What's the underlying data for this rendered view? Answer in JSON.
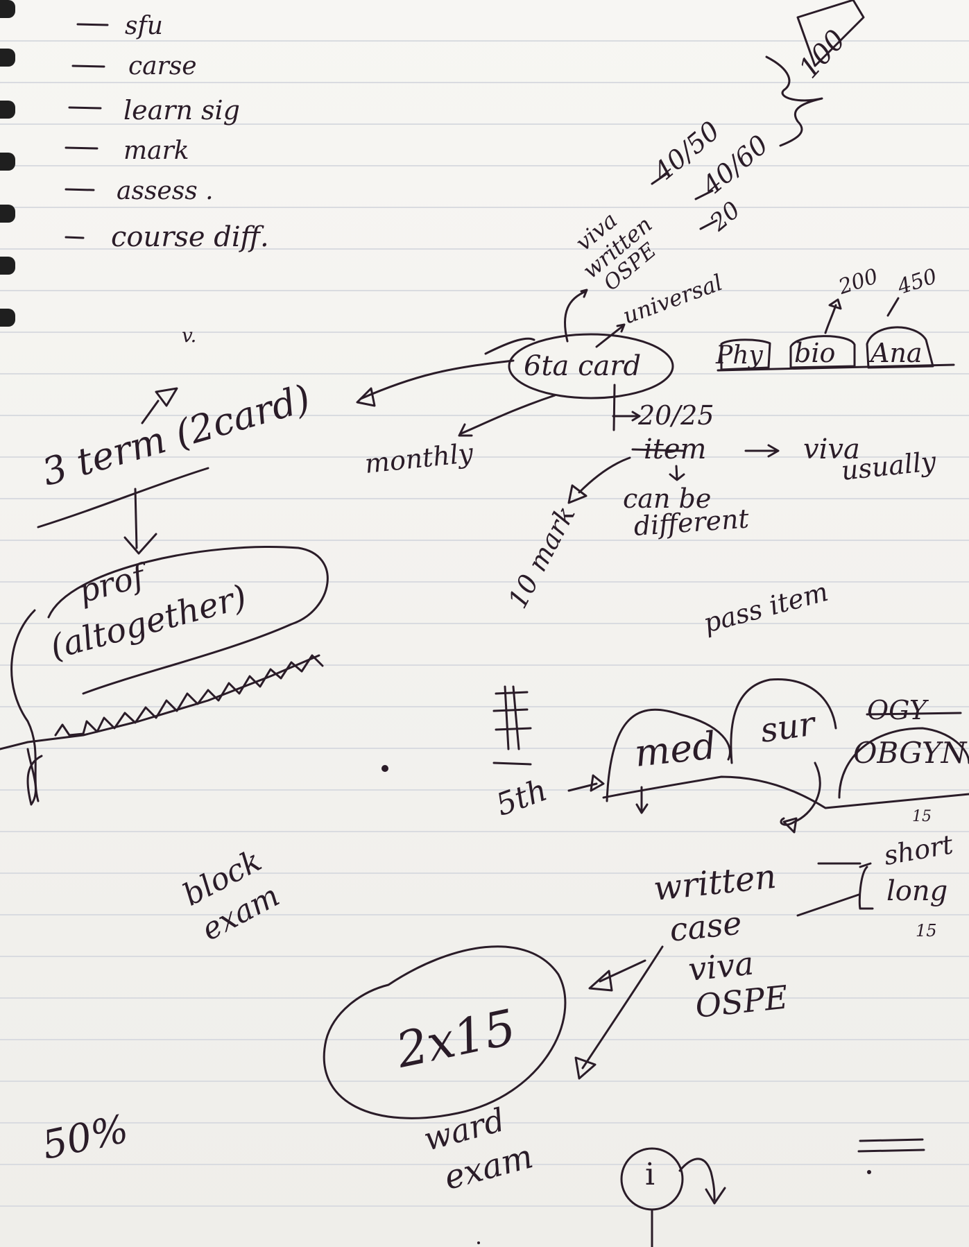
{
  "page": {
    "paper_color": "#f4f3f0",
    "ink_color": "#2a1c28"
  },
  "note": {
    "list_items": [
      "sfu",
      "carse",
      "learn sig",
      "mark",
      "assess .",
      "course diff."
    ],
    "tick_mark": "v.",
    "score_box": "100",
    "exam_split": [
      {
        "label": "viva",
        "score": "40/50"
      },
      {
        "label": "written",
        "score": "40/60"
      },
      {
        "label": "OSPE",
        "score": "20"
      }
    ],
    "universal": "universal",
    "card_center": "6ta card",
    "subjects": [
      "Phy",
      "bio",
      "Ana"
    ],
    "subject_scores": [
      "200",
      "450"
    ],
    "term_title": "3 term (2card)",
    "monthly": "monthly",
    "ratio": "20/25",
    "item": "item",
    "item_viva": "viva",
    "usually": "usually",
    "can_be": "can be",
    "different": "different",
    "ten_mark": "10 mark",
    "prof_line1": "prof",
    "prof_line2": "(altogether)",
    "pass_item": "pass item",
    "fifth": "5th",
    "rotations": [
      "med",
      "sur",
      "OBGYN"
    ],
    "crossed_word": "OGY",
    "written": "written",
    "case": "case",
    "viva": "viva",
    "ospe": "OSPE",
    "short_marks": "15",
    "short": "short",
    "long": "long",
    "long_marks": "15",
    "block_exam_line1": "block",
    "block_exam_line2": "exam",
    "two_by_fifteen": "2x15",
    "fifty_percent": "50%",
    "ward_exam_line1": "ward",
    "ward_exam_line2": "exam",
    "info_symbol": "i"
  }
}
